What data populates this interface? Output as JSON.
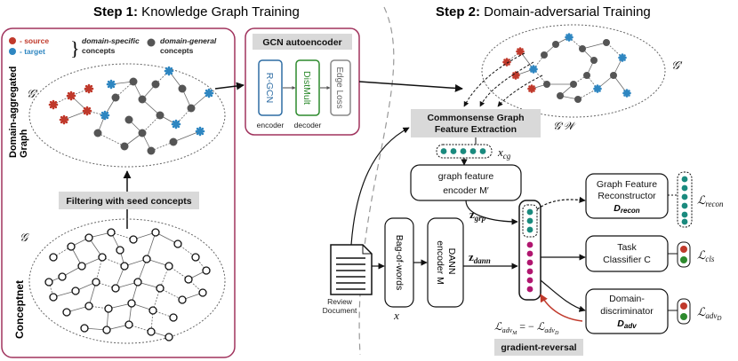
{
  "step1": {
    "title_bold": "Step 1:",
    "title_rest": " Knowledge Graph Training"
  },
  "step2": {
    "title_bold": "Step 2:",
    "title_rest": " Domain-adversarial Training"
  },
  "legend": {
    "source": "- source",
    "target": "- target",
    "specific_line1": "domain-specific",
    "specific_line2": "concepts",
    "general_line1": "domain-general",
    "general_line2": "concepts"
  },
  "domain_graph": {
    "label_line1": "Domain-aggregated",
    "label_line2": "Graph",
    "symbol": "𝒢′"
  },
  "filter_label": "Filtering with seed concepts",
  "conceptnet": {
    "label": "Conceptnet",
    "symbol": "𝒢"
  },
  "gcn": {
    "title": "GCN autoencoder",
    "blocks": [
      "R-GCN",
      "DistMult",
      "Edge Loss"
    ],
    "encoder": "encoder",
    "decoder": "decoder"
  },
  "colors": {
    "source": "#c0392b",
    "target": "#2e86c1",
    "general": "#555555",
    "rgcn": "#2e6da4",
    "distmult": "#2d8a2d",
    "edge": "#888888",
    "teal": "#1a8a7e",
    "magenta": "#b0166f",
    "frame": "#a0335d"
  },
  "step2_graph_symbol": "𝒢′",
  "extract_box": {
    "line1": "Commonsense Graph",
    "line2": "Feature Extraction",
    "symbol": "𝒢′𝒲"
  },
  "xcg": "x_cg",
  "graph_encoder": {
    "line1": "graph feature",
    "line2": "encoder M′"
  },
  "zgrp": "z_grp",
  "review": {
    "line1": "Review",
    "line2": "Document"
  },
  "bow": {
    "label": "Bag-of-words",
    "var": "x"
  },
  "dann": {
    "line1": "DANN",
    "line2": "encoder M"
  },
  "zdann": "z_dann",
  "reconstructor": {
    "line1": "Graph Feature",
    "line2": "Reconstructor",
    "line3": "D_recon",
    "loss": "ℒ_recon"
  },
  "classifier": {
    "line1": "Task",
    "line2": "Classifier C",
    "loss": "ℒ_cls"
  },
  "discriminator": {
    "line1": "Domain-",
    "line2": "discriminator",
    "line3": "D_adv",
    "loss": "ℒ_advD"
  },
  "adv_equation": "ℒ_advM = − ℒ_advD",
  "gradient_reversal": "gradient-reversal"
}
